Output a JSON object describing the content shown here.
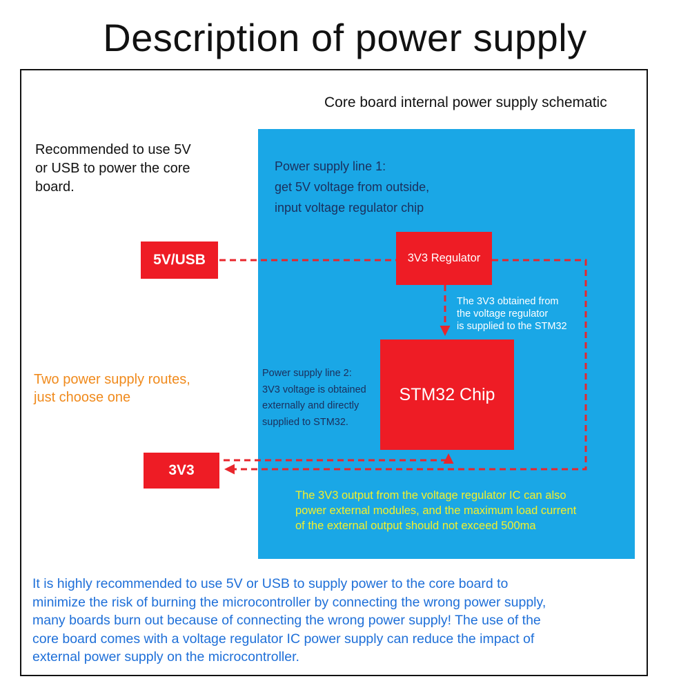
{
  "title": "Description of power supply",
  "schematic_title": "Core board internal power supply schematic",
  "recommend_lines": [
    "Recommended to use 5V",
    "or USB to power the core",
    "board."
  ],
  "routes_lines": [
    "Two power supply routes,",
    "just choose one"
  ],
  "line1_lines": [
    "Power supply line 1:",
    "get 5V voltage from outside,",
    "input voltage regulator chip"
  ],
  "line2_lines": [
    "Power supply line 2:",
    "3V3 voltage is obtained",
    "externally and directly",
    "supplied to STM32."
  ],
  "regulator_note_lines": [
    "The 3V3 obtained from",
    "the voltage regulator",
    "is supplied to the STM32"
  ],
  "output_note_lines": [
    "The 3V3 output from the voltage regulator IC can also",
    "power external modules, and the maximum load current",
    "of the external output should not exceed 500ma"
  ],
  "boxes": {
    "input_5v": "5V/USB",
    "input_3v3": "3V3",
    "regulator": "3V3 Regulator",
    "chip": "STM32 Chip"
  },
  "bottom_lines": [
    "It is highly recommended to use 5V or USB to supply power to the core board to",
    "minimize the risk of burning the microcontroller by connecting the wrong power supply,",
    "many boards burn out because of connecting the wrong power supply! The use of the",
    "core board comes with a voltage regulator IC power supply can reduce the impact of",
    "external power supply on the microcontroller."
  ],
  "colors": {
    "panel": "#1aa7e6",
    "box": "#ee1c25",
    "wire": "#e8262c",
    "orange_text": "#f08a1c",
    "yellow_text": "#f4f02a",
    "blue_text": "#1e6fd8"
  }
}
